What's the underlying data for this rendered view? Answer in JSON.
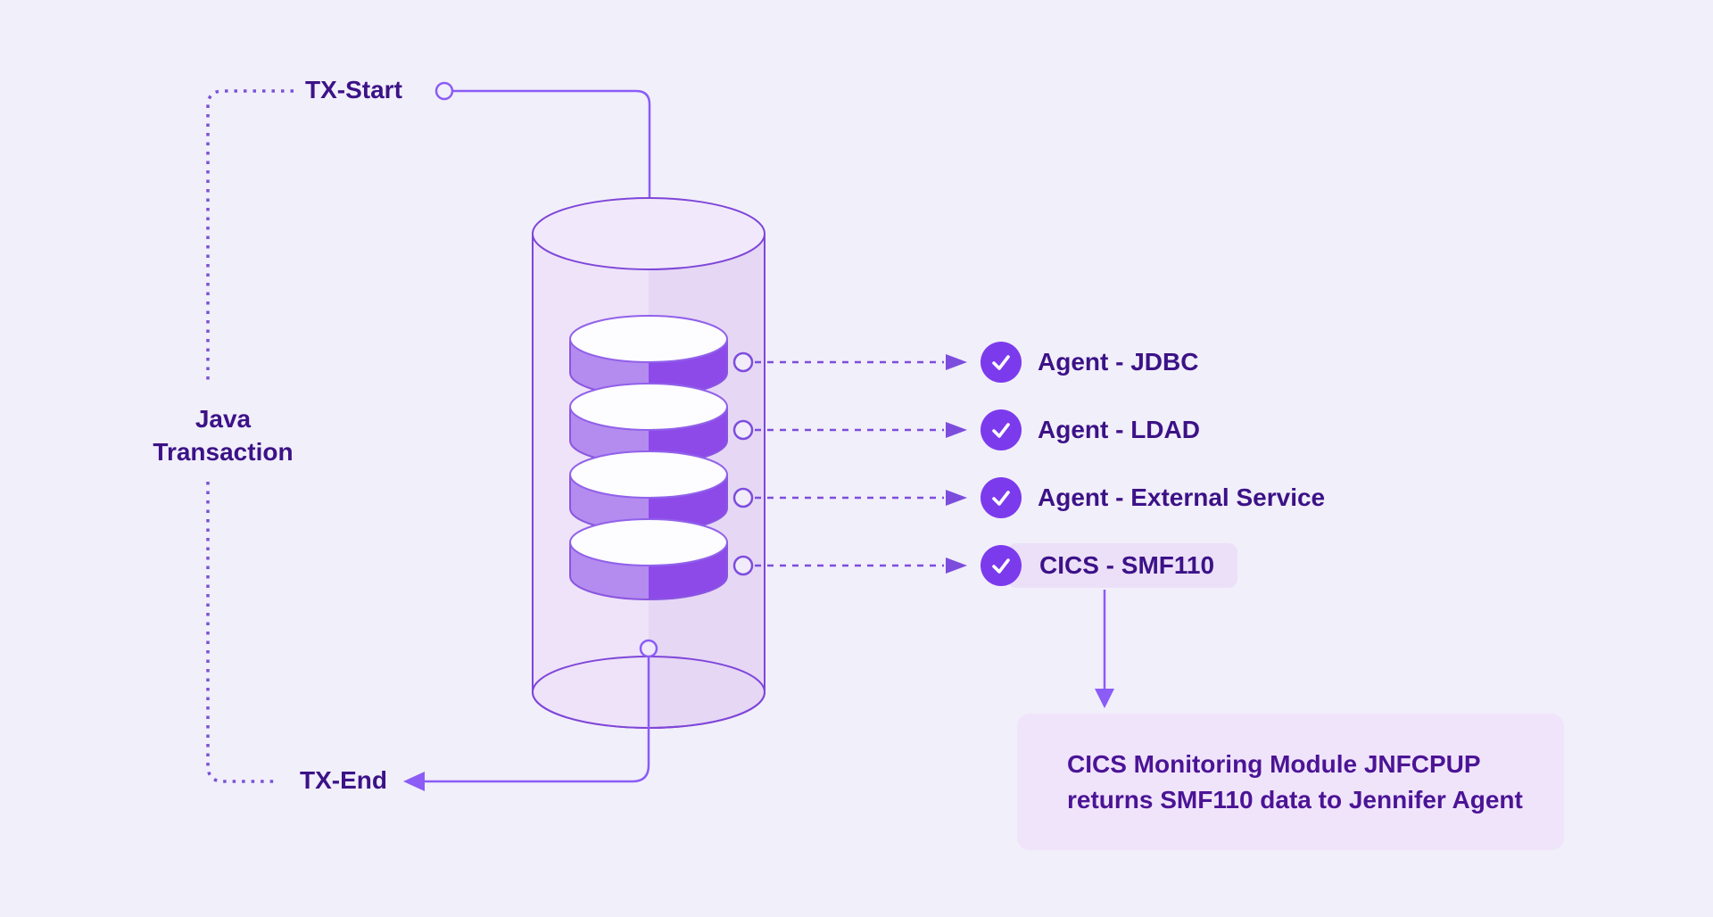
{
  "colors": {
    "background": "#f1effa",
    "accent": "#7c3aed",
    "line": "#8b5cf6",
    "dashed_line": "#7c4ddd",
    "text": "#3c1287",
    "pill_bg": "#ece0f8",
    "note_bg": "#f0e4fb",
    "disk_left": "#b48bef",
    "disk_right": "#8d4ae9"
  },
  "left": {
    "tx_start": "TX-Start",
    "tx_end": "TX-End",
    "bracket_label_line1": "Java",
    "bracket_label_line2": "Transaction"
  },
  "rows": [
    {
      "icon": "check-icon",
      "label": "Agent - JDBC"
    },
    {
      "icon": "check-icon",
      "label": "Agent - LDAD"
    },
    {
      "icon": "check-icon",
      "label": "Agent - External Service"
    },
    {
      "icon": "check-icon",
      "label": "CICS - SMF110",
      "highlighted": true
    }
  ],
  "note": {
    "line1": "CICS Monitoring Module JNFCPUP",
    "line2": "returns SMF110 data to Jennifer Agent"
  }
}
